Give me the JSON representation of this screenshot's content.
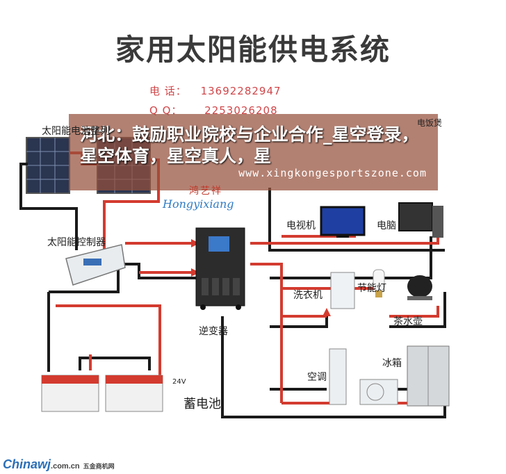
{
  "title": "家用太阳能供电系统",
  "contact": {
    "phone_label": "电 话：",
    "phone": "13692282947",
    "qq_label": "Q   Q：",
    "qq": "2253026208"
  },
  "overlay": {
    "headline": "河北：鼓励职业院校与企业合作_星空登录，星空体育，星空真人，星",
    "url": "www.xingkongesportszone.com"
  },
  "watermark": {
    "chinese": "鸿艺祥",
    "english": "Hongyixiang"
  },
  "labels": {
    "solar_panels": "太阳能电池整列",
    "controller": "太阳能控制器",
    "inverter": "逆变器",
    "battery": "蓄电池",
    "voltage": "24V",
    "tv": "电视机",
    "computer": "电脑",
    "washer": "洗衣机",
    "lamp": "节能灯",
    "kettle": "茶水壶",
    "ac": "空调",
    "fridge": "冰箱",
    "right_top": "电饭煲"
  },
  "footer": {
    "logo": "Chinawj",
    "logo_sub": "五金商机网",
    "domain": ".com.cn"
  },
  "colors": {
    "red_wire": "#d33b2f",
    "black_wire": "#1a1a1a",
    "title": "#3a3a3a",
    "contact": "#d0474a"
  }
}
